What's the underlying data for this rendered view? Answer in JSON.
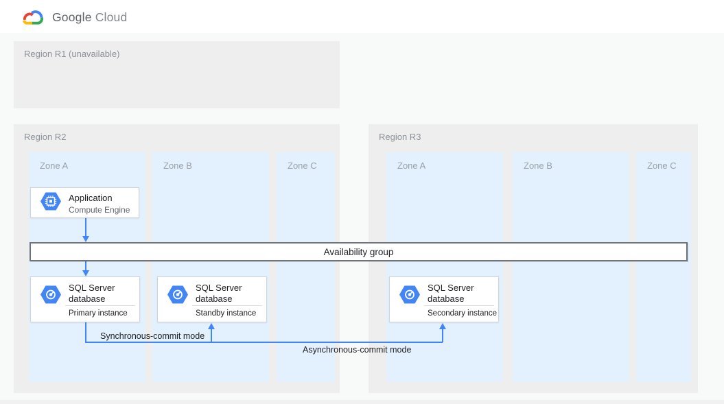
{
  "header": {
    "brand_google": "Google",
    "brand_cloud": "Cloud"
  },
  "regions": [
    {
      "label": "Region R1 (unavailable)",
      "zones": []
    },
    {
      "label": "Region R2",
      "zones": [
        "Zone A",
        "Zone B",
        "Zone C"
      ]
    },
    {
      "label": "Region R3",
      "zones": [
        "Zone A",
        "Zone B",
        "Zone C"
      ]
    }
  ],
  "nodes": {
    "application": {
      "title": "Application",
      "subtitle": "Compute Engine",
      "icon": "compute-engine-hexagon-icon"
    },
    "availability_group": {
      "label": "Availability group"
    },
    "sql_primary": {
      "title": "SQL Server database",
      "instance": "Primary instance",
      "icon": "sql-server-hexagon-icon"
    },
    "sql_standby": {
      "title": "SQL Server database",
      "instance": "Standby instance",
      "icon": "sql-server-hexagon-icon"
    },
    "sql_secondary": {
      "title": "SQL Server database",
      "instance": "Secondary instance",
      "icon": "sql-server-hexagon-icon"
    }
  },
  "connections": {
    "sync_label": "Synchronous-commit mode",
    "async_label": "Asynchronous-commit mode",
    "arrow_color": "#4285f4"
  },
  "colors": {
    "region_bg": "#eeeeee",
    "zone_bg": "#e3f0fd",
    "hexagon_blue": "#4285f4",
    "logo_blue": "#4285f4",
    "logo_red": "#ea4335",
    "logo_yellow": "#fbbc05",
    "logo_green": "#34a853"
  }
}
